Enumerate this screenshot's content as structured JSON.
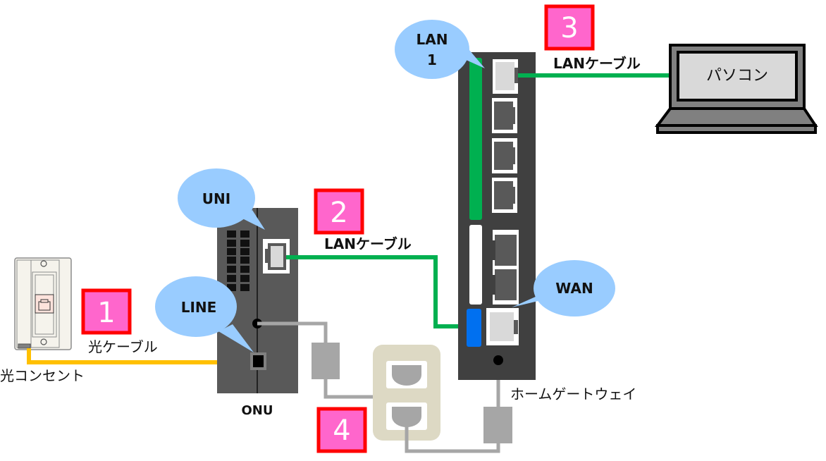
{
  "colors": {
    "fiber_cable": "#FFC000",
    "lan_cable": "#00B050",
    "phone_cable": "#A6A6A6",
    "bubble": "#99CCFF",
    "step_badge_fill": "#FF66CC",
    "step_badge_border": "#FF0000",
    "onu_body": "#595959",
    "gateway_body": "#404040",
    "gateway_led_green": "#00B050",
    "gateway_led_blue": "#0070F0",
    "outlet_plate": "#DDD9C4",
    "pc_body": "#808080",
    "pc_screen": "#D9D9D9"
  },
  "devices": {
    "optical_outlet": "光コンセント",
    "onu": "ONU",
    "home_gateway": "ホームゲートウェイ",
    "pc": "パソコン"
  },
  "callouts": {
    "uni": "UNI",
    "line": "LINE",
    "lan1_line1": "LAN",
    "lan1_line2": "1",
    "wan": "WAN"
  },
  "cables": {
    "fiber": "光ケーブル",
    "lan_onu_to_gateway": "LANケーブル",
    "lan_gateway_to_pc": "LANケーブル"
  },
  "steps": [
    {
      "number": "1"
    },
    {
      "number": "2"
    },
    {
      "number": "3"
    },
    {
      "number": "4"
    }
  ]
}
